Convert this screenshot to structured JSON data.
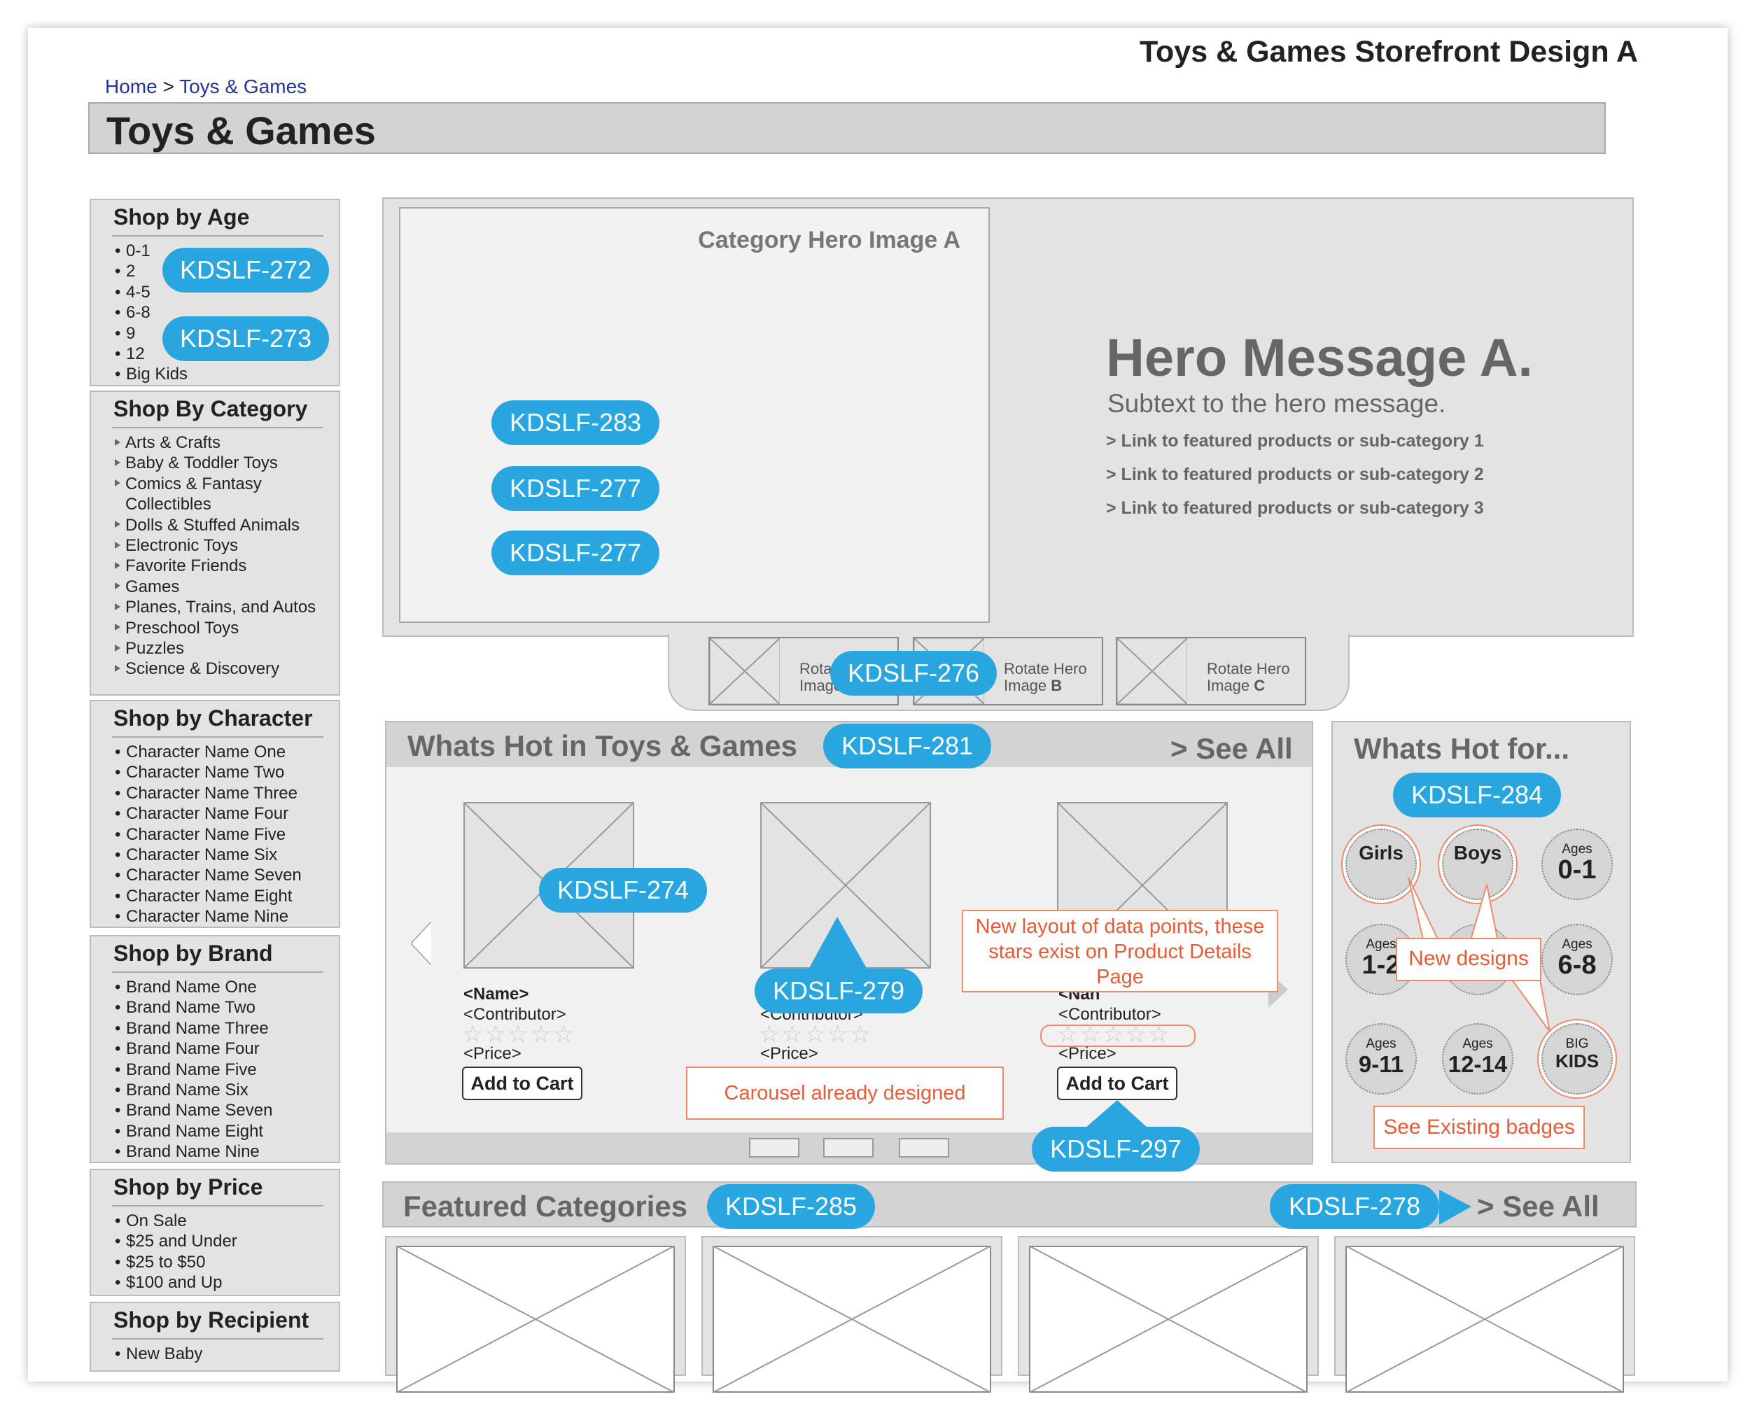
{
  "doc_title": "Toys & Games Storefront Design A",
  "breadcrumb": {
    "home": "Home",
    "sep": " > ",
    "current": "Toys & Games"
  },
  "page_title": "Toys & Games",
  "sidebar": {
    "age": {
      "title": "Shop by Age",
      "items": [
        "0-1",
        "2",
        "4-5",
        "6-8",
        "9",
        "12",
        "Big Kids"
      ]
    },
    "category": {
      "title": "Shop By Category",
      "items": [
        "Arts & Crafts",
        "Baby & Toddler Toys",
        "Comics & Fantasy",
        "Collectibles",
        "Dolls & Stuffed Animals",
        "Electronic Toys",
        "Favorite Friends",
        "Games",
        "Planes, Trains, and Autos",
        "Preschool Toys",
        "Puzzles",
        "Science & Discovery"
      ]
    },
    "character": {
      "title": "Shop by Character",
      "items": [
        "Character Name One",
        "Character Name Two",
        "Character Name Three",
        "Character Name Four",
        "Character Name Five",
        "Character Name Six",
        "Character Name Seven",
        "Character Name Eight",
        "Character Name Nine"
      ]
    },
    "brand": {
      "title": "Shop by Brand",
      "items": [
        "Brand Name One",
        "Brand Name Two",
        "Brand Name Three",
        "Brand Name Four",
        "Brand Name Five",
        "Brand Name Six",
        "Brand Name Seven",
        "Brand Name Eight",
        "Brand Name Nine"
      ]
    },
    "price": {
      "title": "Shop by Price",
      "items": [
        "On Sale",
        "$25 and Under",
        "$25 to $50",
        "$100 and Up"
      ]
    },
    "recipient": {
      "title": "Shop by Recipient",
      "items": [
        "New Baby"
      ]
    }
  },
  "hero": {
    "image_label": "Category Hero Image A",
    "message": "Hero Message A.",
    "subtext": "Subtext to the hero message.",
    "links": [
      "> Link to featured products or sub-category 1",
      "> Link to featured products or sub-category 2",
      "> Link to featured products or sub-category 3"
    ],
    "thumbs": [
      {
        "line1": "Rota",
        "line2": "Image"
      },
      {
        "line1": "Rotate Hero",
        "line2": "Image ",
        "letter": "B"
      },
      {
        "line1": "Rotate Hero",
        "line2": "Image ",
        "letter": "C"
      }
    ]
  },
  "whats_hot": {
    "title": "Whats Hot in Toys & Games",
    "see_all": "> See All",
    "products": [
      {
        "name": "<Name>",
        "contributor": "<Contributor>",
        "price": "<Price>",
        "cta": "Add to Cart"
      },
      {
        "name": "",
        "contributor": "<Contributor>",
        "price": "<Price>",
        "cta": ""
      },
      {
        "name": "<Nan",
        "contributor": "<Contributor>",
        "price": "<Price>",
        "cta": "Add to Cart"
      }
    ]
  },
  "whats_hot_for": {
    "title": "Whats Hot for...",
    "badges": [
      {
        "small": "",
        "big": "Girls"
      },
      {
        "small": "",
        "big": "Boys"
      },
      {
        "small": "Ages",
        "big": "0-1"
      },
      {
        "small": "Ages",
        "big": "1-2"
      },
      {
        "small": "",
        "big": ""
      },
      {
        "small": "Ages",
        "big": "6-8"
      },
      {
        "small": "Ages",
        "big": "9-11"
      },
      {
        "small": "Ages",
        "big": "12-14"
      },
      {
        "small": "BIG",
        "big": "KIDS"
      }
    ]
  },
  "featured": {
    "title": "Featured Categories",
    "see_all": "> See All"
  },
  "annotations": {
    "new_layout": "New layout of data points, these stars exist on Product Details Page",
    "carousel": "Carousel already designed",
    "new_designs": "New designs",
    "see_badges": "See Existing badges"
  },
  "tickets": {
    "t272": "KDSLF-272",
    "t273": "KDSLF-273",
    "t283": "KDSLF-283",
    "t277a": "KDSLF-277",
    "t277b": "KDSLF-277",
    "t276": "KDSLF-276",
    "t281": "KDSLF-281",
    "t274": "KDSLF-274",
    "t279": "KDSLF-279",
    "t297": "KDSLF-297",
    "t284": "KDSLF-284",
    "t285": "KDSLF-285",
    "t278": "KDSLF-278"
  },
  "colors": {
    "ticket": "#29a6e0",
    "annotation": "#ea5a35",
    "link": "#22349a",
    "panel": "#e3e3e3"
  }
}
